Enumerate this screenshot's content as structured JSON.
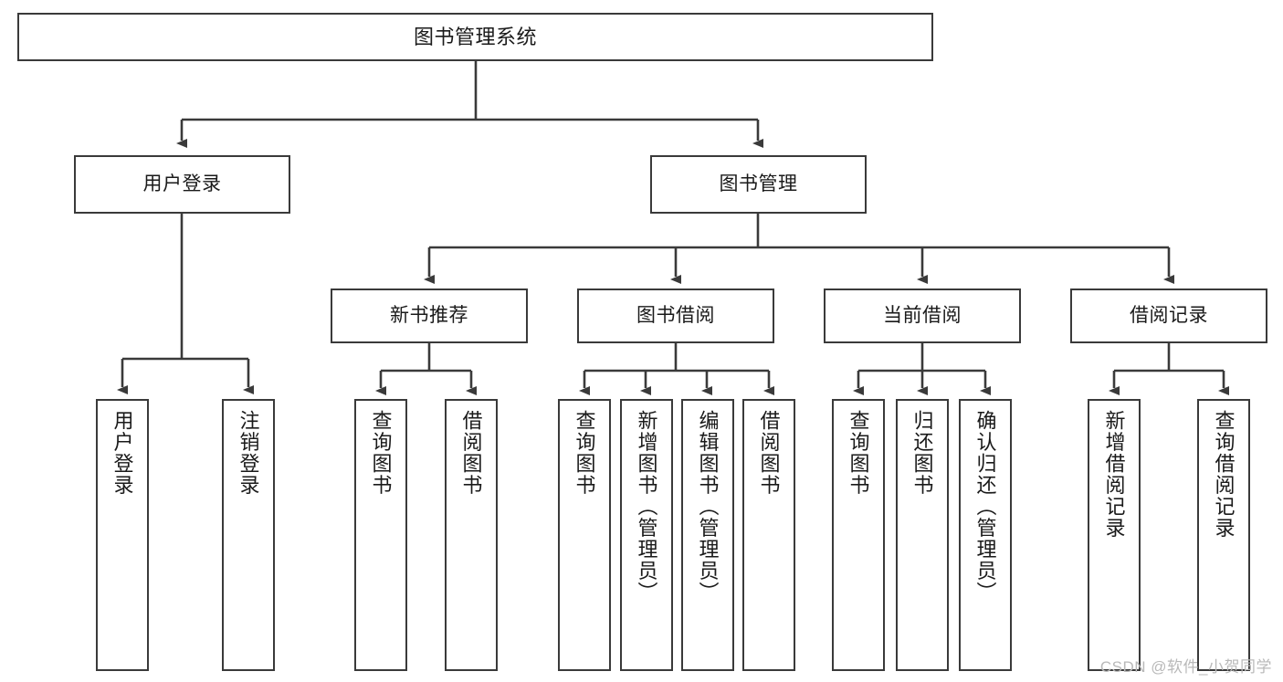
{
  "diagram": {
    "title": "图书管理系统",
    "type": "tree-hierarchy-chart",
    "root": {
      "label": "图书管理系统"
    },
    "level2": [
      {
        "label": "用户登录"
      },
      {
        "label": "图书管理"
      }
    ],
    "level3": [
      {
        "label": "新书推荐"
      },
      {
        "label": "图书借阅"
      },
      {
        "label": "当前借阅"
      },
      {
        "label": "借阅记录"
      }
    ],
    "leaves": [
      {
        "label": "用户登录"
      },
      {
        "label": "注销登录"
      },
      {
        "label": "查询图书"
      },
      {
        "label": "借阅图书"
      },
      {
        "label": "查询图书"
      },
      {
        "label": "新增图书（管理员）"
      },
      {
        "label": "编辑图书（管理员）"
      },
      {
        "label": "借阅图书"
      },
      {
        "label": "查询图书"
      },
      {
        "label": "归还图书"
      },
      {
        "label": "确认归还（管理员）"
      },
      {
        "label": "新增借阅记录"
      },
      {
        "label": "查询借阅记录"
      }
    ]
  },
  "watermark": {
    "text": "CSDN @软件_小贺同学"
  },
  "colors": {
    "border": "#3a3a3a",
    "text": "#1a1a1a",
    "background": "#ffffff",
    "watermark": "#b9b9b9"
  }
}
